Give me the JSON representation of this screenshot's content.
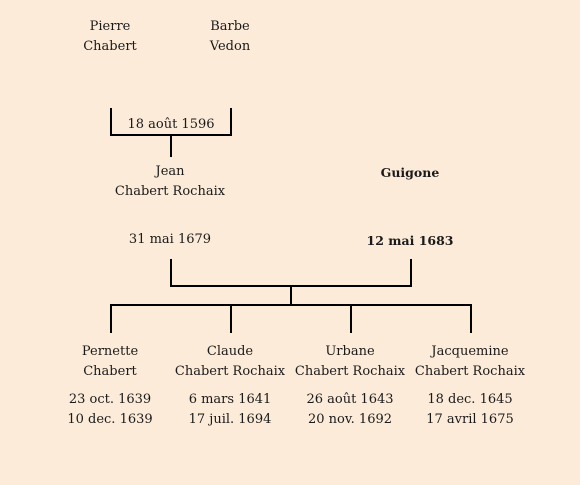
{
  "grandparents": {
    "father": {
      "first": "Pierre",
      "last": "Chabert"
    },
    "mother": {
      "first": "Barbe",
      "last": "Vedon"
    },
    "marriage_date": "18 août 1596"
  },
  "parents": {
    "father": {
      "first": "Jean",
      "last": "Chabert Rochaix",
      "date": "31 mai 1679"
    },
    "mother": {
      "first": "Guigone",
      "last": "",
      "date": "12 mai 1683"
    }
  },
  "children": [
    {
      "first": "Pernette",
      "last": "Chabert",
      "birth": "23 oct. 1639",
      "death": "10 dec. 1639"
    },
    {
      "first": "Claude",
      "last": "Chabert Rochaix",
      "birth": "6 mars 1641",
      "death": "17 juil. 1694"
    },
    {
      "first": "Urbane",
      "last": "Chabert Rochaix",
      "birth": "26 août 1643",
      "death": "20 nov. 1692"
    },
    {
      "first": "Jacquemine",
      "last": "Chabert Rochaix",
      "birth": "18 dec. 1645",
      "death": "17 avril 1675"
    }
  ],
  "colors": {
    "background": "#fcebd9",
    "line": "#000000",
    "text": "#1a1a1a"
  }
}
